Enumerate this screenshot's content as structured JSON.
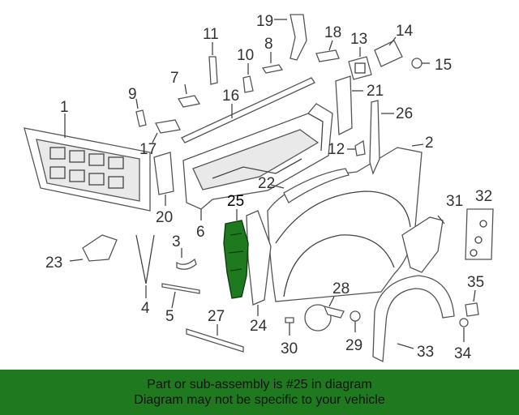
{
  "diagram": {
    "highlight_color": "#1f7a1f",
    "callouts": {
      "c1": "1",
      "c2": "2",
      "c3": "3",
      "c4": "4",
      "c5": "5",
      "c6": "6",
      "c7": "7",
      "c8": "8",
      "c9": "9",
      "c10": "10",
      "c11": "11",
      "c12": "12",
      "c13": "13",
      "c14": "14",
      "c15": "15",
      "c16": "16",
      "c17": "17",
      "c18": "18",
      "c19": "19",
      "c20": "20",
      "c21": "21",
      "c22": "22",
      "c23": "23",
      "c24": "24",
      "c25": "25",
      "c26": "26",
      "c27": "27",
      "c28": "28",
      "c29": "29",
      "c30": "30",
      "c31": "31",
      "c32": "32",
      "c33": "33",
      "c34": "34",
      "c35": "35"
    }
  },
  "banner": {
    "line1": "Part or sub-assembly is #25 in diagram",
    "line2": "Diagram may not be specific to your vehicle",
    "color": "#1f7a1f"
  }
}
